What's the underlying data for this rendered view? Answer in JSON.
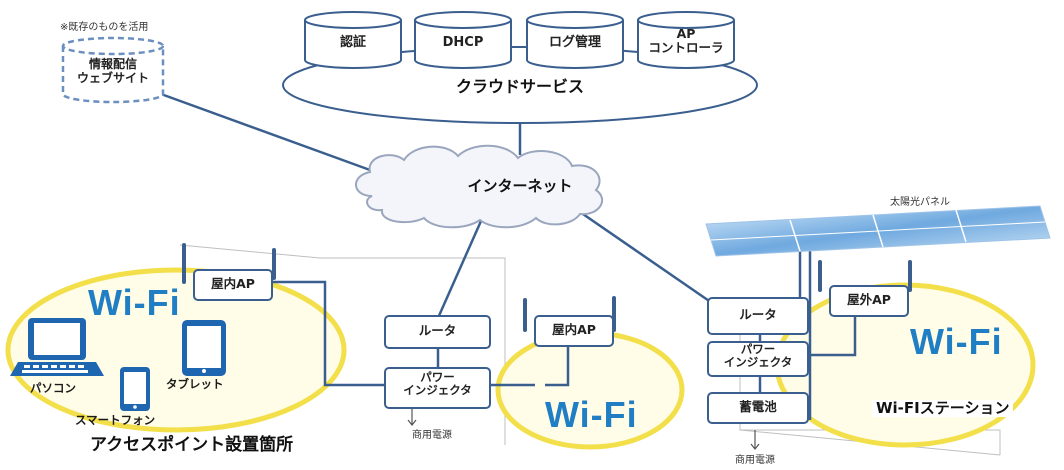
{
  "note_existing": "※既存のものを活用",
  "info_site": "情報配信\nウェブサイト",
  "cloud_services": {
    "label": "クラウドサービス",
    "items": [
      "認証",
      "DHCP",
      "ログ管理",
      "AP\nコントローラ"
    ]
  },
  "internet_label": "インターネット",
  "solar_panel_label": "太陽光パネル",
  "devices": {
    "indoor_ap_left": "屋内AP",
    "indoor_ap_center": "屋内AP",
    "outdoor_ap": "屋外AP",
    "router_center": "ルータ",
    "router_right": "ルータ",
    "power_injector_center": "パワー\nインジェクタ",
    "power_injector_right": "パワー\nインジェクタ",
    "battery": "蓄電池"
  },
  "clients": {
    "pc": "パソコン",
    "smartphone": "スマートフォン",
    "tablet": "タブレット"
  },
  "wifi_labels": [
    "Wi-Fi",
    "Wi-Fi",
    "Wi-Fi"
  ],
  "commercial_power": [
    "商用電源",
    "商用電源"
  ],
  "site_label": "アクセスポイント設置箇所",
  "station_label": "Wi-FIステーション",
  "colors": {
    "line": "#3a5f8f",
    "box_border": "#3a5f8f",
    "wifi_zone_stroke": "#f2df4a",
    "wifi_zone_fill": "#fffce8",
    "wifi_text": "#1f7ec4",
    "solar": "#6fa9df"
  },
  "icons": [
    "antenna-icon",
    "laptop-icon",
    "smartphone-icon",
    "tablet-icon",
    "solar-panel-icon",
    "cloud-icon",
    "database-icon"
  ]
}
